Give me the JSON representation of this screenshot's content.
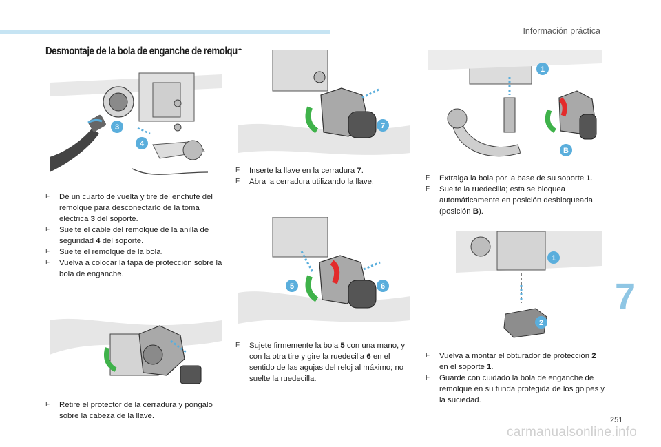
{
  "header": {
    "section": "Información práctica"
  },
  "title": "Desmontaje de la bola de enganche de remolque",
  "bullet_glyph": "F",
  "col1": {
    "steps": [
      {
        "pre": "Dé un cuarto de vuelta y tire del enchufe del remolque para desconectarlo de la toma eléctrica ",
        "ref": "3",
        "post": " del soporte."
      },
      {
        "pre": "Suelte el cable del remolque de la anilla de seguridad ",
        "ref": "4",
        "post": " del soporte."
      },
      {
        "pre": "Suelte el remolque de la bola.",
        "ref": "",
        "post": ""
      },
      {
        "pre": "Vuelva a colocar la tapa de protección sobre la bola de enganche.",
        "ref": "",
        "post": ""
      }
    ],
    "steps2": [
      {
        "pre": "Retire el protector de la cerradura y póngalo sobre la cabeza de la llave.",
        "ref": "",
        "post": ""
      }
    ]
  },
  "col2": {
    "steps": [
      {
        "pre": "Inserte la llave en la cerradura ",
        "ref": "7",
        "post": "."
      },
      {
        "pre": "Abra la cerradura utilizando la llave.",
        "ref": "",
        "post": ""
      }
    ],
    "steps2": [
      {
        "pre": "Sujete firmemente la bola ",
        "ref": "5",
        "post": " con una mano, y con la otra tire y gire la ruedecilla "
      },
      {
        "pre": "",
        "ref": "6",
        "post": " en el sentido de las agujas del reloj al máximo; no suelte la ruedecilla."
      }
    ]
  },
  "col3": {
    "steps": [
      {
        "pre": "Extraiga la bola por la base de su soporte ",
        "ref": "1",
        "post": "."
      },
      {
        "pre": "Suelte la ruedecilla; esta se bloquea automáticamente en posición desbloqueada (posición ",
        "ref": "B",
        "post": ")."
      }
    ],
    "steps2": [
      {
        "pre": "Vuelva a montar el obturador de protección ",
        "ref": "2",
        "post": " en el soporte "
      },
      {
        "pre": "",
        "ref": "1",
        "post": "."
      },
      {
        "pre": "Guarde con cuidado la bola de enganche de remolque en su funda protegida de los golpes y la suciedad.",
        "ref": "",
        "post": ""
      }
    ]
  },
  "callouts": {
    "fig1": [
      "3",
      "4"
    ],
    "fig3": [
      "7"
    ],
    "fig4": [
      "5",
      "6"
    ],
    "fig5": [
      "1",
      "B"
    ],
    "fig6": [
      "1",
      "2"
    ]
  },
  "chapter_number": "7",
  "page_number": "251",
  "watermark": "carmanualsonline.info",
  "colors": {
    "accent_blue": "#5aaedc",
    "band_blue": "#c6e4f3",
    "chapter_blue": "#8fc6e4",
    "green": "#3fb24a",
    "red": "#e32b2b",
    "background": "#ffffff"
  }
}
